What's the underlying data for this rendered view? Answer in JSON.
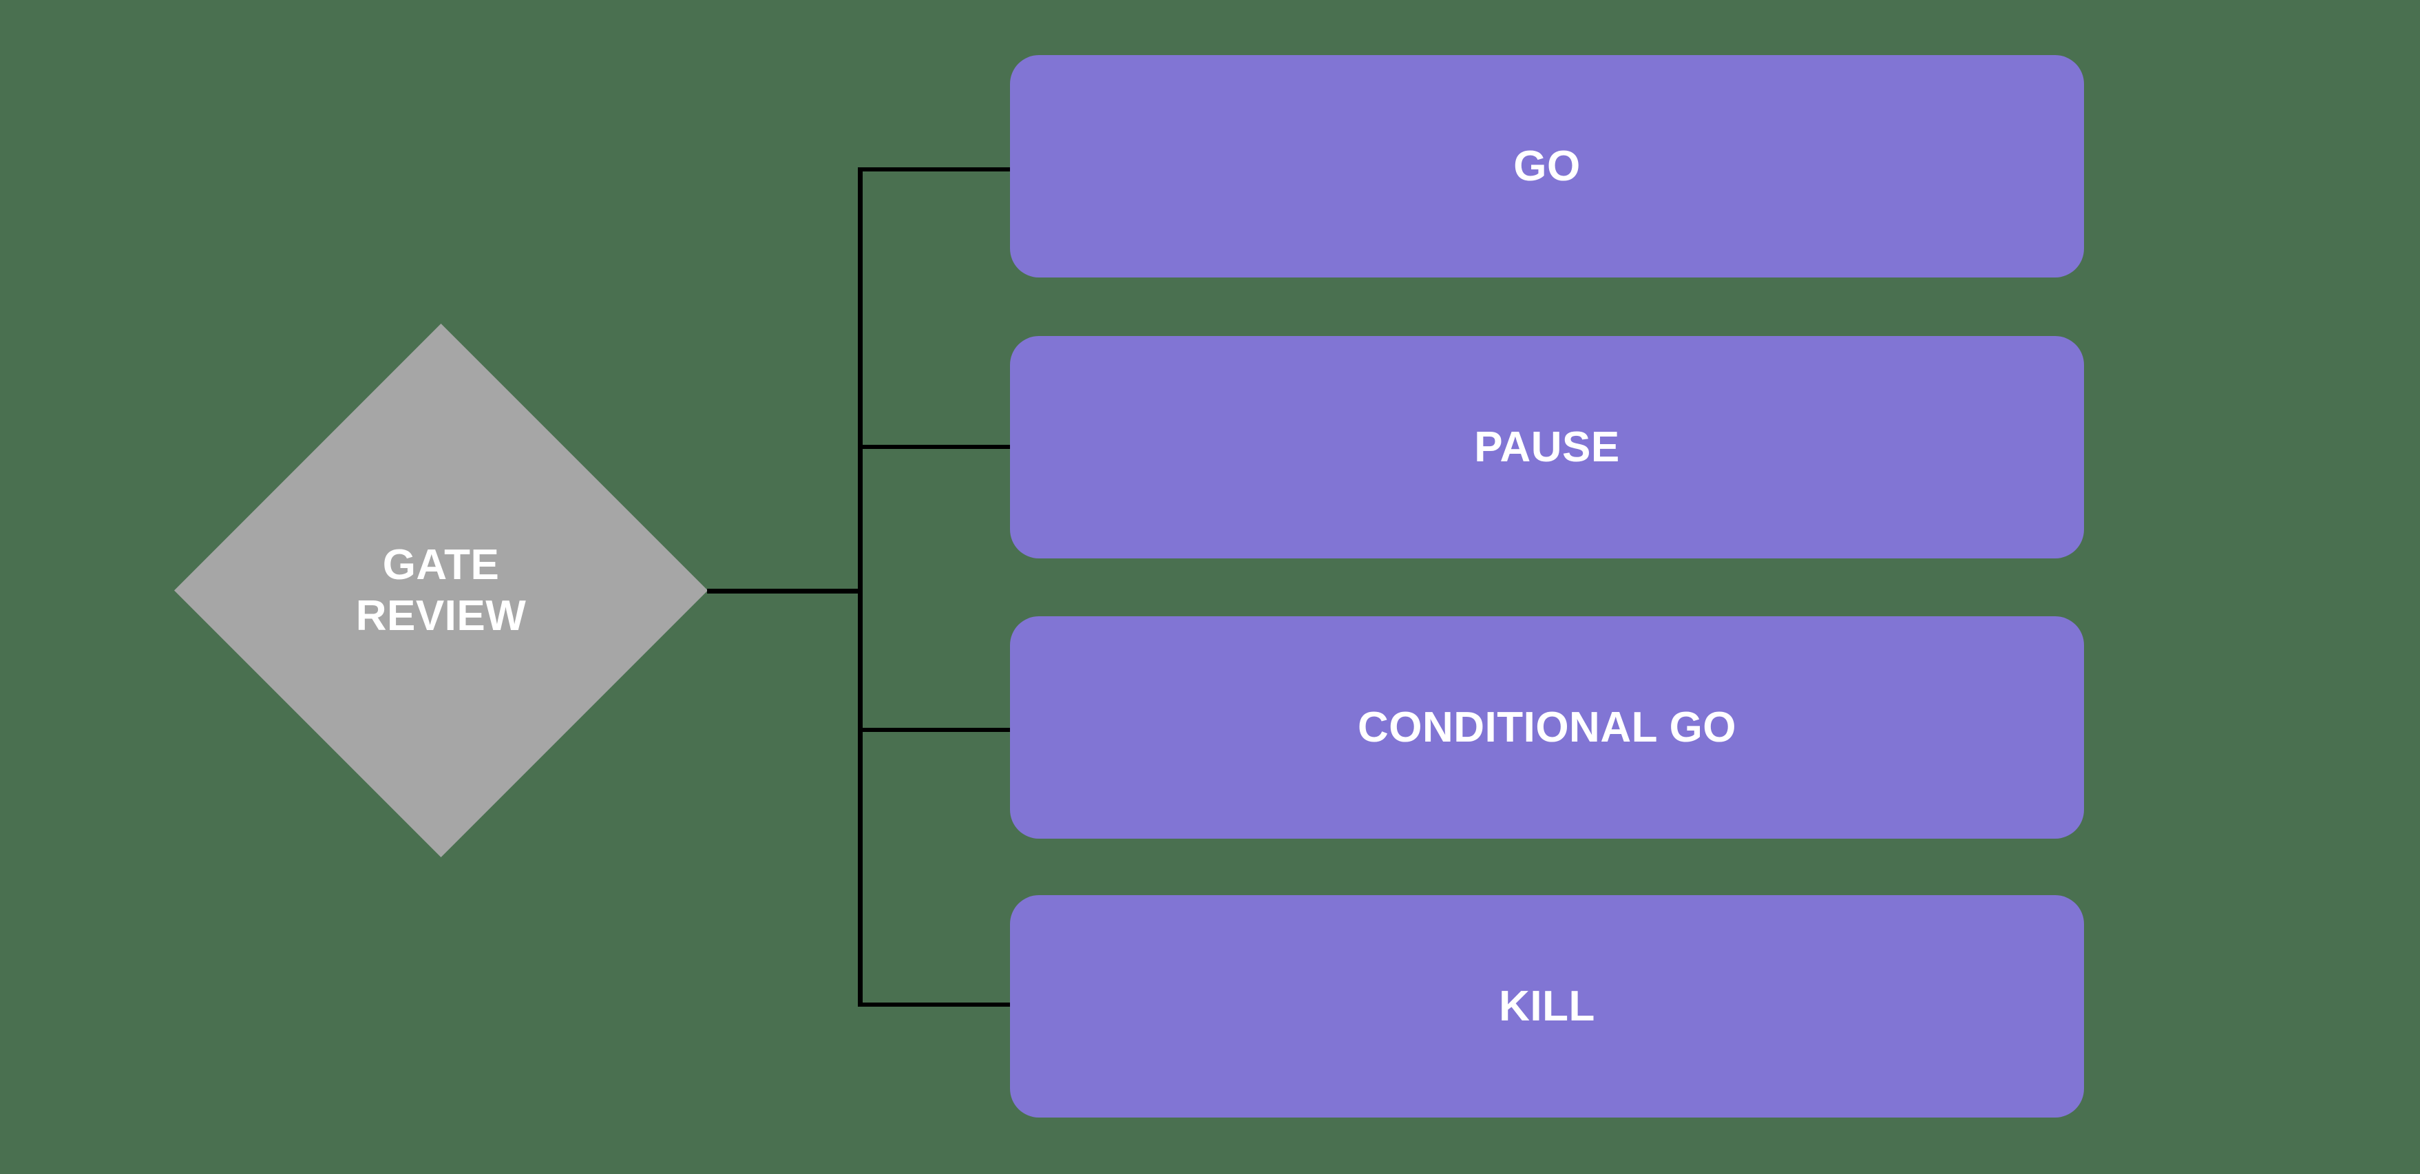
{
  "diagram": {
    "type": "decision-flow",
    "background_color": "#4a7050",
    "connector_color": "#000000",
    "decision": {
      "label": "GATE\nREVIEW",
      "shape": "diamond",
      "fill_color": "#a6a6a6",
      "text_color": "#ffffff"
    },
    "outcomes": [
      {
        "label": "GO",
        "fill_color": "#8175d4",
        "text_color": "#ffffff"
      },
      {
        "label": "PAUSE",
        "fill_color": "#8175d4",
        "text_color": "#ffffff"
      },
      {
        "label": "CONDITIONAL GO",
        "fill_color": "#8175d4",
        "text_color": "#ffffff"
      },
      {
        "label": "KILL",
        "fill_color": "#8175d4",
        "text_color": "#ffffff"
      }
    ]
  }
}
